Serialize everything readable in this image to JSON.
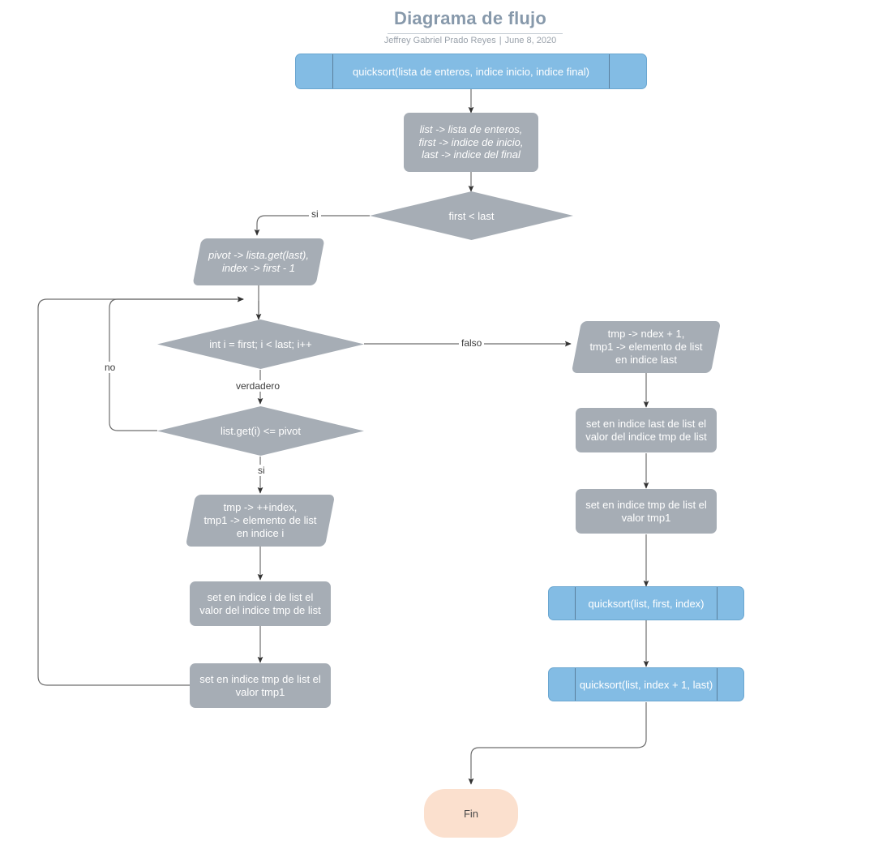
{
  "header": {
    "title": "Diagrama de flujo",
    "author": "Jeffrey Gabriel Prado Reyes",
    "separator": "|",
    "date": "June 8, 2020"
  },
  "colors": {
    "process_gray": "#a6adb5",
    "subroutine_blue": "#83bce4",
    "terminator_peach": "#fbe0ce",
    "title_text": "#8799ab",
    "subtitle_text": "#9aa2ab",
    "connector": "#565656",
    "shape_text": "#ffffff",
    "terminator_text": "#4a4a4a"
  },
  "nodes": {
    "entry_call": "quicksort(lista de enteros, indice inicio, indice final)",
    "declarations": "list -> lista de  enteros,\nfirst -> indice de inicio,\nlast -> indice del final",
    "first_lt_last": "first < last",
    "pivot_init": "pivot -> lista.get(last),\nindex -> first - 1",
    "for_loop": "int i = first;  i < last; i++",
    "cmp_pivot": "list.get(i) <= pivot",
    "tmp_inner": "tmp -> ++index,\ntmp1 -> elemento de list\nen indice i",
    "set_i": "set en indice i de list el\nvalor del indice tmp de list",
    "set_tmp_left": "set en indice tmp de list el\nvalor tmp1",
    "tmp_outer": "tmp -> ndex + 1,\ntmp1 -> elemento de list\nen indice last",
    "set_last": "set en indice last de list el\nvalor del indice tmp de list",
    "set_tmp_right": "set en indice tmp de list el\nvalor tmp1",
    "recurse_left": "quicksort(list, first, index)",
    "recurse_right": "quicksort(list, index + 1, last)",
    "end": "Fin"
  },
  "edge_labels": {
    "si_first_lt_last": "si",
    "falso_loop": "falso",
    "verdadero_loop": "verdadero",
    "no_cmp": "no",
    "si_cmp": "si"
  }
}
